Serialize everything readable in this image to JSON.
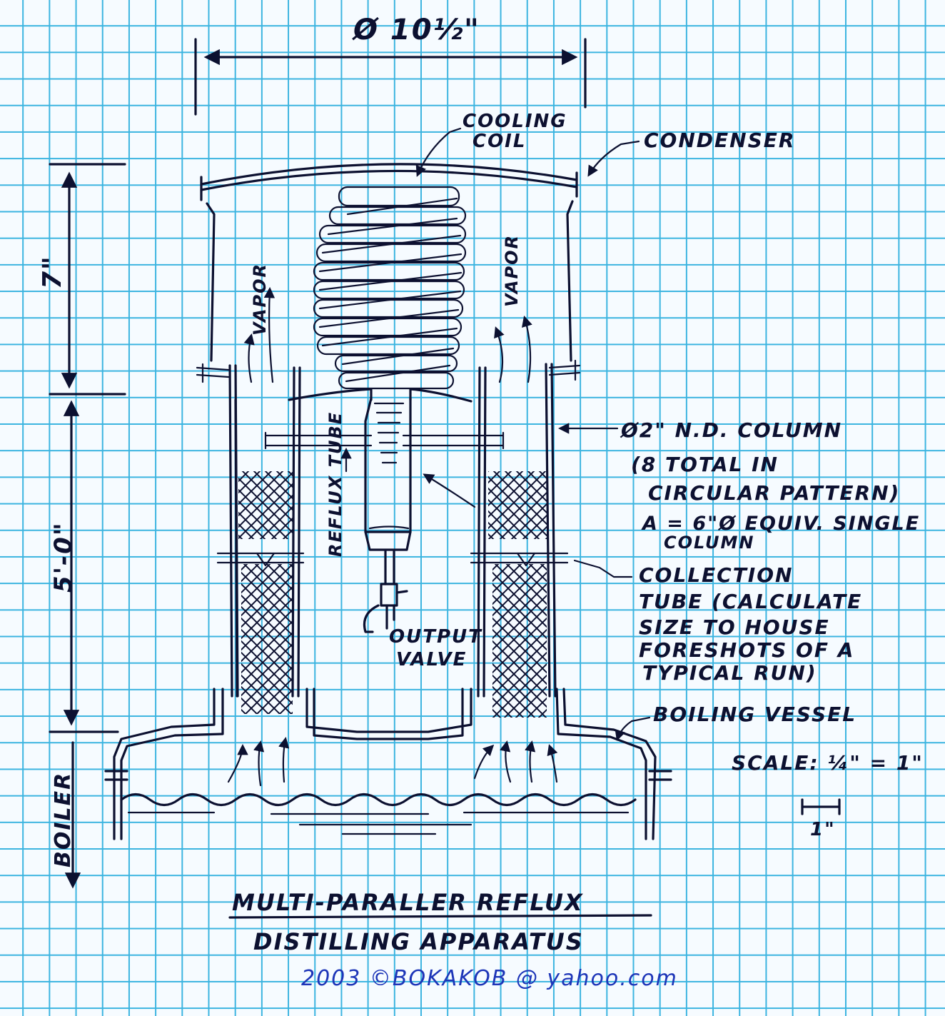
{
  "labels": {
    "top_diameter": "Ø 10½\"",
    "cooling_coil_line1": "COOLING",
    "cooling_coil_line2": "COIL",
    "condenser": "CONDENSER",
    "height_upper": "7\"",
    "height_lower": "5'-0\"",
    "vapor_left": "VAPOR",
    "vapor_right": "VAPOR",
    "reflux_tube": "REFLUX TUBE",
    "column_line1": "Ø2\" N.D. COLUMN",
    "column_line2": "(8 TOTAL IN",
    "column_line3": "CIRCULAR PATTERN)",
    "column_line4": "A = 6\"Ø EQUIV. SINGLE",
    "column_line5": "COLUMN",
    "collection_line1": "COLLECTION",
    "collection_line2": "TUBE (CALCULATE",
    "collection_line3": "SIZE TO HOUSE",
    "collection_line4": "FORESHOTS OF A",
    "collection_line5": "TYPICAL RUN)",
    "output_line1": "OUTPUT",
    "output_line2": "VALVE",
    "boiling_vessel": "BOILING VESSEL",
    "scale": "SCALE: ¼\" = 1\"",
    "scale_bar": "1\"",
    "boiler": "BOILER"
  },
  "title": {
    "line1": "MULTI-PARALLER REFLUX",
    "line2": "DISTILLING APPARATUS"
  },
  "credit": "2003 ©BOKAKOB @ yahoo.com",
  "colors": {
    "grid": "#3bb4e0",
    "paper": "#f6fbff",
    "ink": "#0c1030",
    "credit_ink": "#1d35b8"
  }
}
